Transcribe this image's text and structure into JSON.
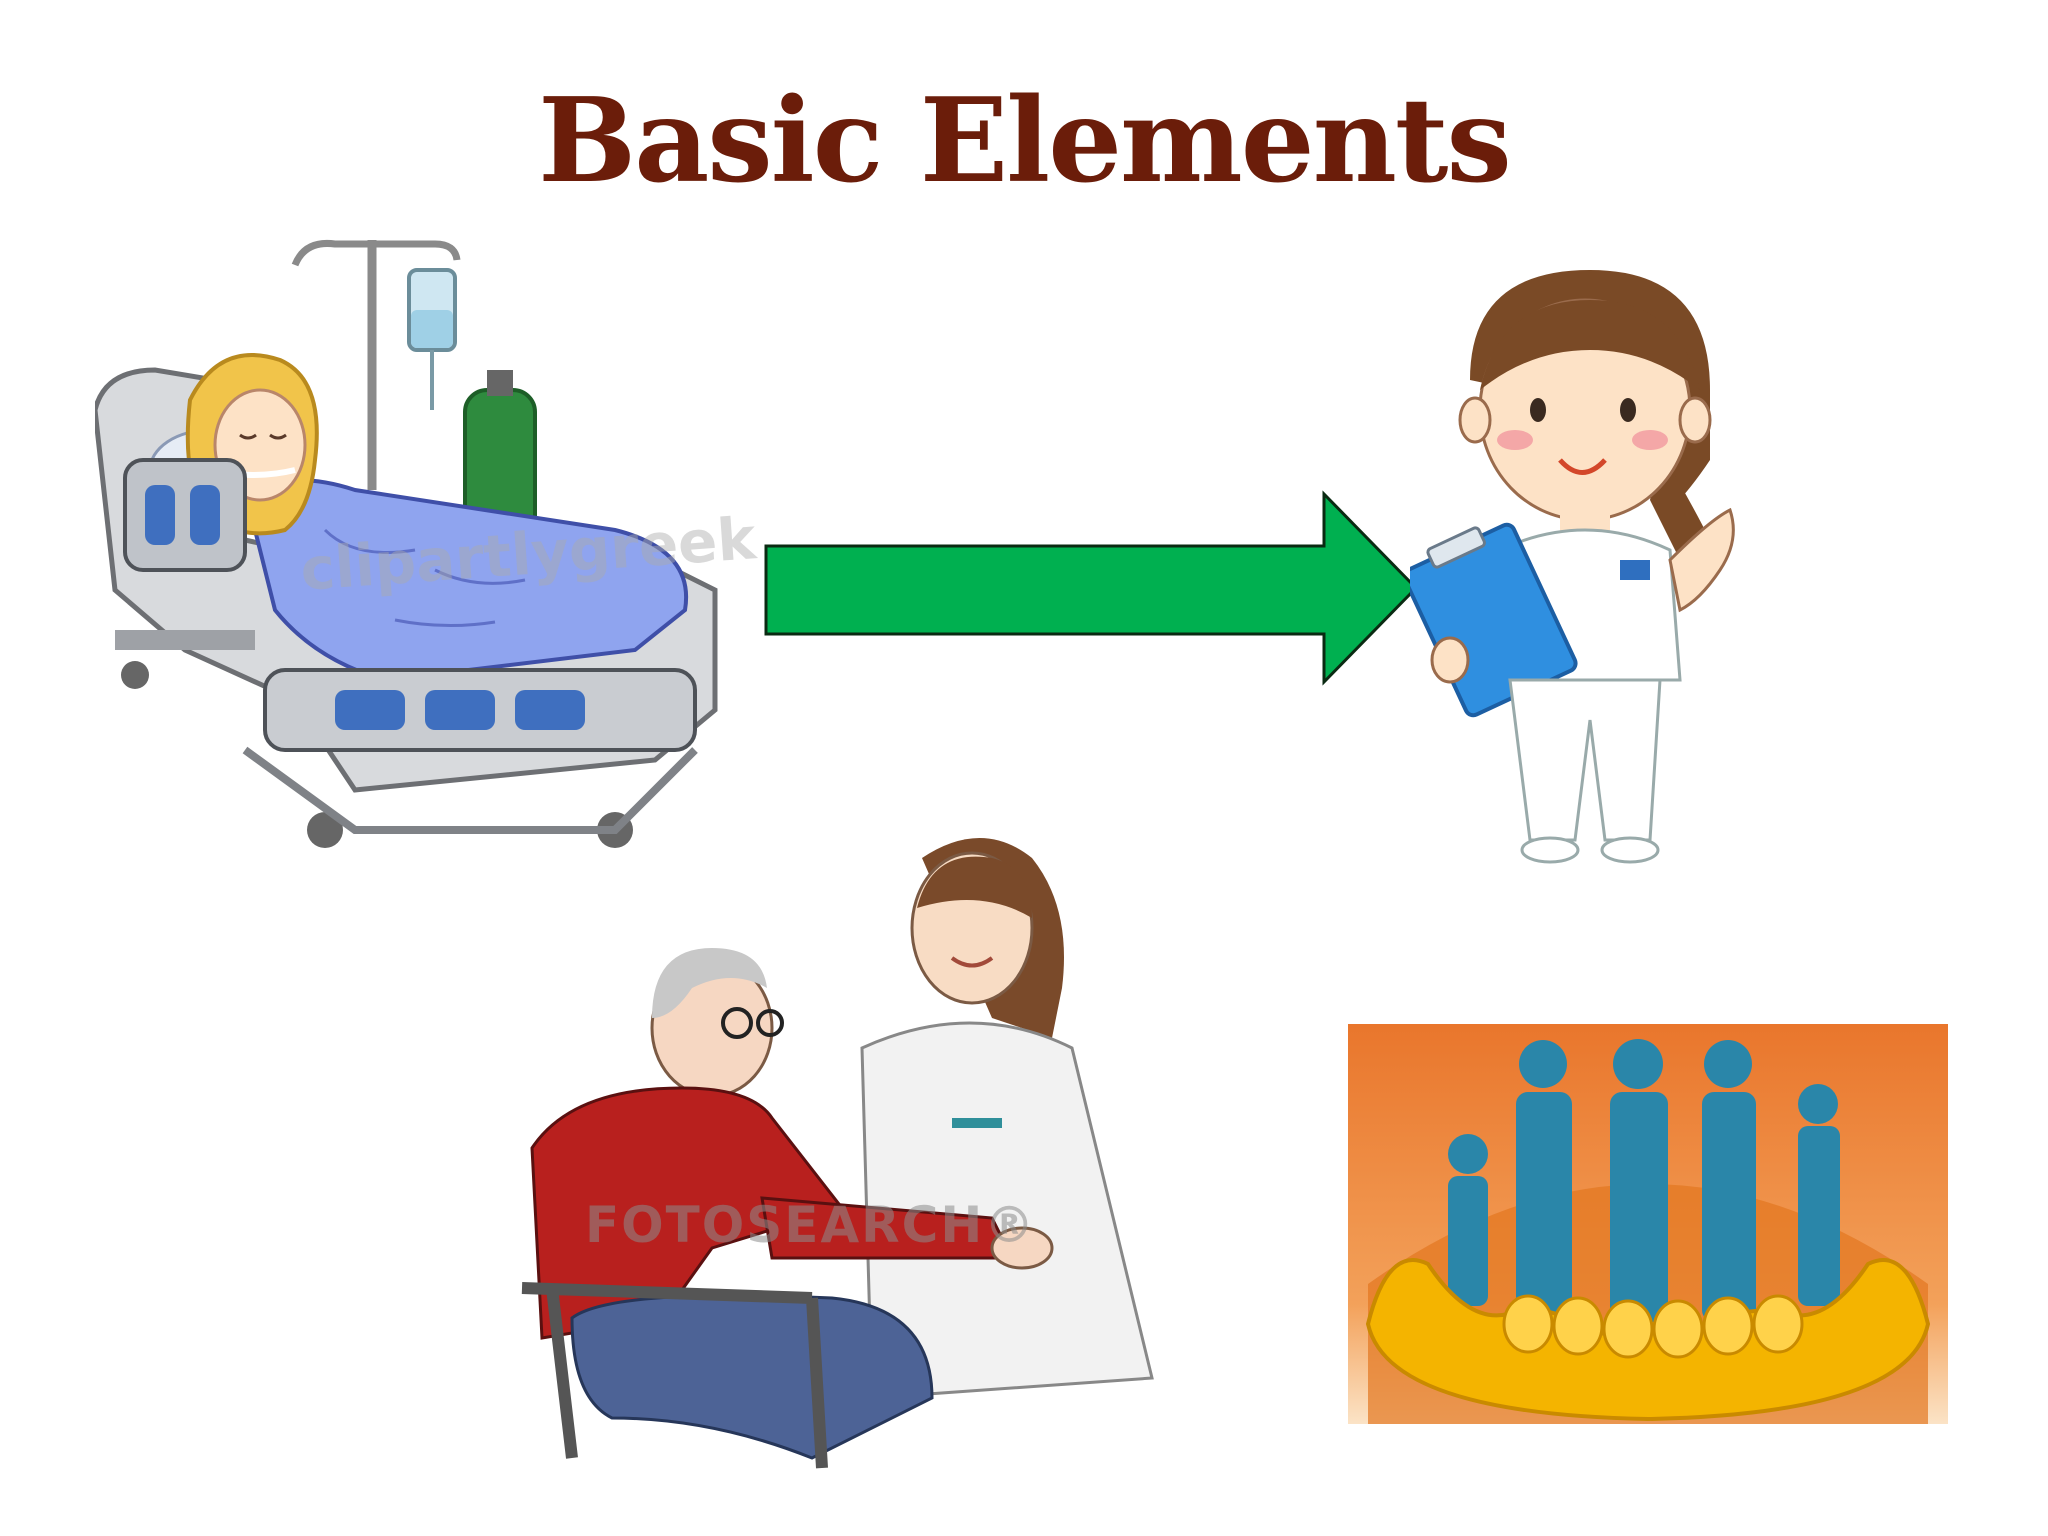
{
  "slide": {
    "title": "Basic Elements"
  },
  "illustrations": {
    "patient_bed": {
      "icon": "hospital-bed-patient-icon",
      "watermark": "clipartlygreek"
    },
    "arrow": {
      "icon": "right-arrow-icon",
      "color": "#00b050"
    },
    "nurse": {
      "icon": "nurse-with-clipboard-icon"
    },
    "elderly_care": {
      "icon": "nurse-caring-elderly-man-icon",
      "watermark": "FOTOSEARCH®"
    },
    "family_hands": {
      "icon": "family-in-hands-icon"
    }
  },
  "colors": {
    "title": "#6b1d0a",
    "arrow_fill": "#00b050",
    "background": "#ffffff"
  }
}
